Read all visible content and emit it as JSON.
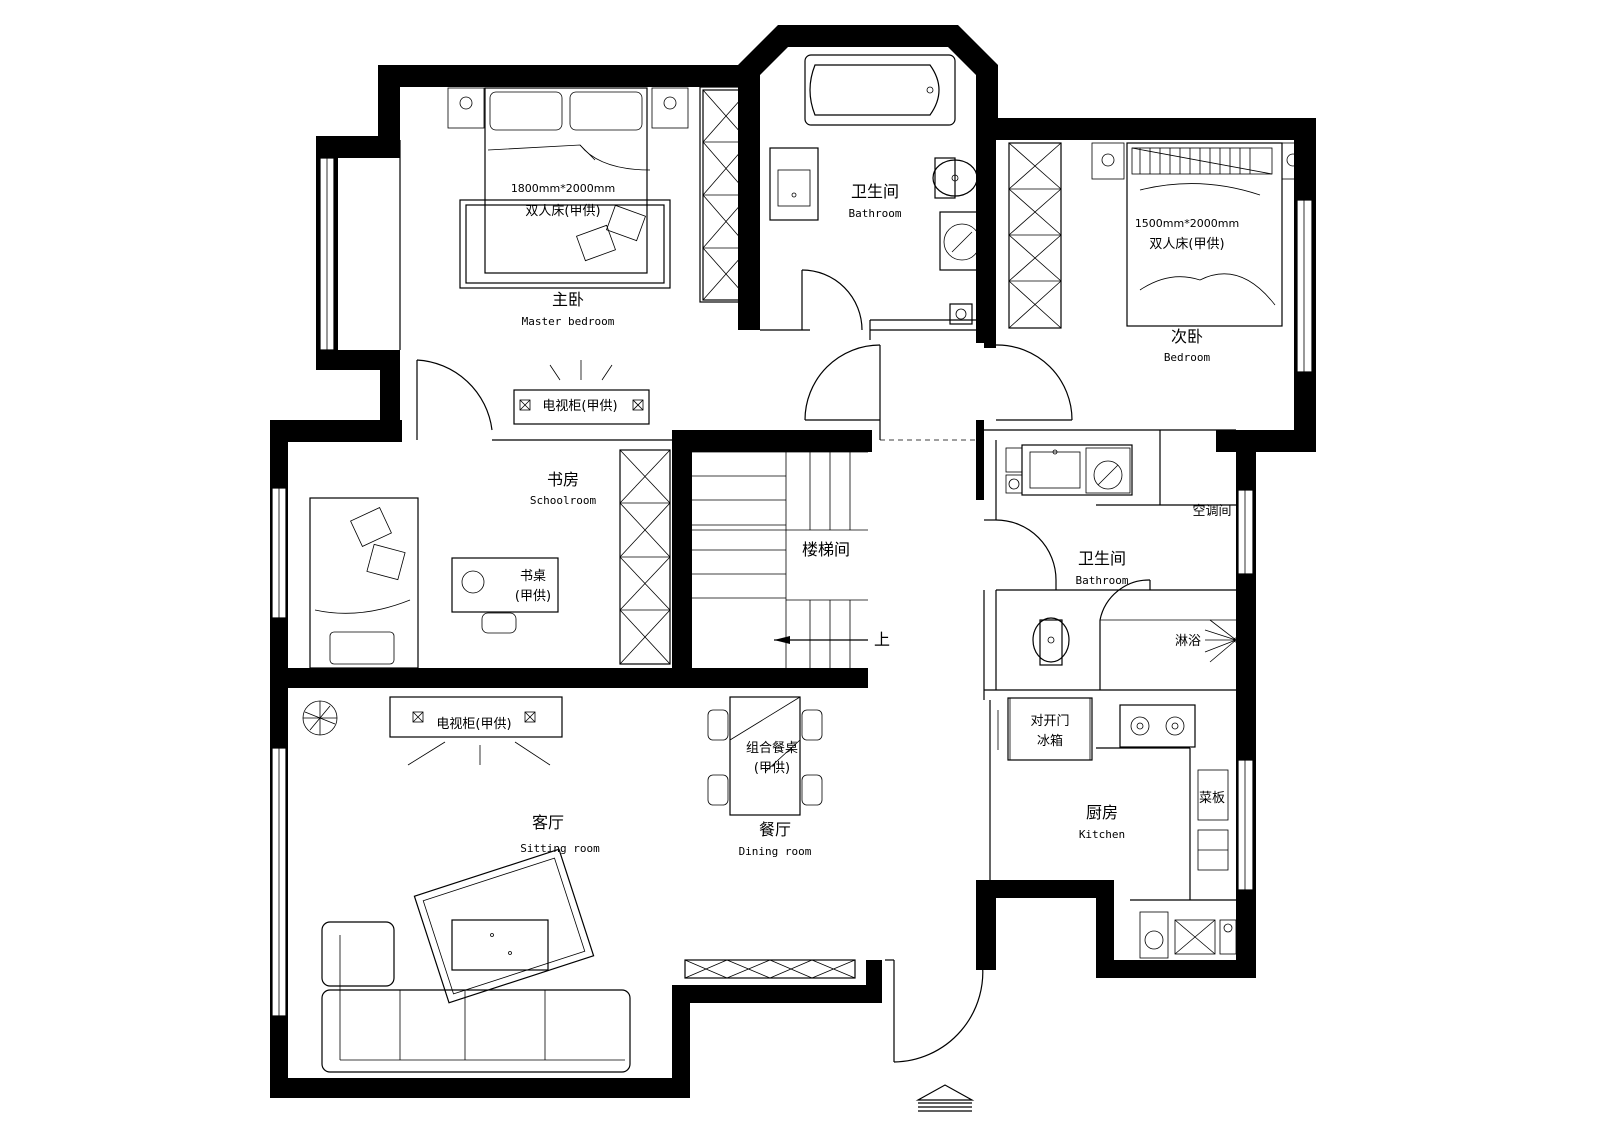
{
  "rooms": {
    "master_bedroom": {
      "zh": "主卧",
      "en": "Master bedroom"
    },
    "master_bed": {
      "size": "1800mm*2000mm",
      "label": "双人床(甲供)"
    },
    "master_tv": "电视柜(甲供)",
    "bathroom_top": {
      "zh": "卫生间",
      "en": "Bathroom"
    },
    "second_bedroom": {
      "zh": "次卧",
      "en": "Bedroom"
    },
    "second_bed": {
      "size": "1500mm*2000mm",
      "label": "双人床(甲供)"
    },
    "study": {
      "zh": "书房",
      "en": "Schoolroom"
    },
    "desk": {
      "line1": "书桌",
      "line2": "(甲供)"
    },
    "stairs": {
      "zh": "楼梯间",
      "up": "上"
    },
    "ac_room": "空调间",
    "bathroom_right": {
      "zh": "卫生间",
      "en": "Bathroom"
    },
    "shower": "淋浴",
    "living": {
      "zh": "客厅",
      "en": "Sitting room"
    },
    "living_tv": "电视柜(甲供)",
    "dining": {
      "zh": "餐厅",
      "en": "Dining room"
    },
    "dining_table": {
      "line1": "组合餐桌",
      "line2": "(甲供)"
    },
    "fridge": {
      "line1": "对开门",
      "line2": "冰箱"
    },
    "kitchen": {
      "zh": "厨房",
      "en": "Kitchen"
    },
    "cutting_board": "菜板"
  }
}
